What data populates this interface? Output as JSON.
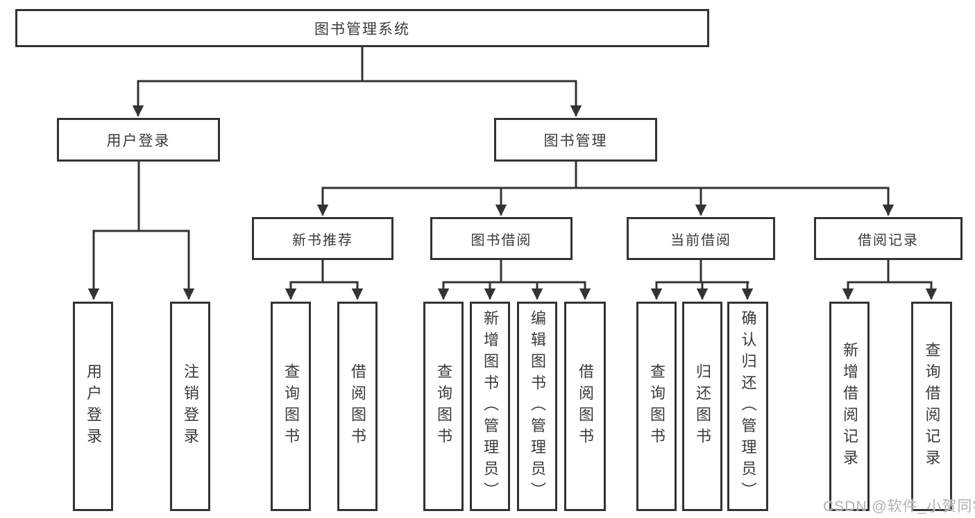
{
  "tree": {
    "root": {
      "label": "图书管理系统"
    },
    "branches": [
      {
        "label": "用户登录",
        "children": [
          "用户登录",
          "注销登录"
        ]
      },
      {
        "label": "图书管理",
        "groups": [
          {
            "label": "新书推荐",
            "children": [
              "查询图书",
              "借阅图书"
            ]
          },
          {
            "label": "图书借阅",
            "children": [
              "查询图书",
              "新增图书（管理员）",
              "编辑图书（管理员）",
              "借阅图书"
            ]
          },
          {
            "label": "当前借阅",
            "children": [
              "查询图书",
              "归还图书",
              "确认归还（管理员）"
            ]
          },
          {
            "label": "借阅记录",
            "children": [
              "新增借阅记录",
              "查询借阅记录"
            ]
          }
        ]
      }
    ]
  },
  "watermark": {
    "text": "CSDN @软件_小贺同学"
  },
  "colors": {
    "line": "#333333",
    "text": "#3a3a3a",
    "background": "#ffffff",
    "watermark": "#b0b0b0"
  }
}
